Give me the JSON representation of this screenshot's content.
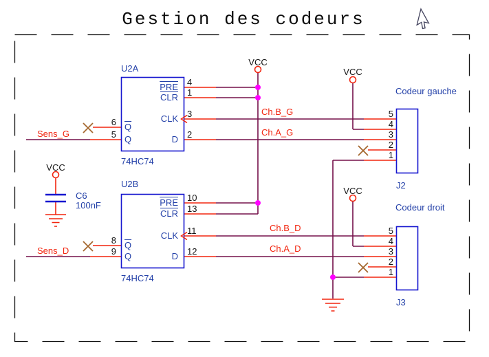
{
  "title": "Gestion des codeurs",
  "power_label": "VCC",
  "pin_names": {
    "pre": "PRE",
    "clr": "CLR",
    "clk": "CLK",
    "d": "D",
    "q": "Q"
  },
  "flipflops": {
    "u2a": {
      "ref": "U2A",
      "part": "74HC74",
      "pre_num": "4",
      "clr_num": "1",
      "clk_num": "3",
      "d_num": "2",
      "qbar_num": "6",
      "q_num": "5"
    },
    "u2b": {
      "ref": "U2B",
      "part": "74HC74",
      "pre_num": "10",
      "clr_num": "13",
      "clk_num": "11",
      "d_num": "12",
      "qbar_num": "8",
      "q_num": "9"
    }
  },
  "connectors": {
    "j2": {
      "ref": "J2",
      "title": "Codeur gauche",
      "pin5": "5",
      "pin4": "4",
      "pin3": "3",
      "pin2": "2",
      "pin1": "1"
    },
    "j3": {
      "ref": "J3",
      "title": "Codeur droit",
      "pin5": "5",
      "pin4": "4",
      "pin3": "3",
      "pin2": "2",
      "pin1": "1"
    }
  },
  "capacitor": {
    "ref": "C6",
    "value": "100nF"
  },
  "net_labels": {
    "sens_g": "Sens_G",
    "sens_d": "Sens_D",
    "ch_b_g": "Ch.B_G",
    "ch_a_g": "Ch.A_G",
    "ch_b_d": "Ch.B_D",
    "ch_a_d": "Ch.A_D"
  },
  "colors": {
    "component_outline": "#1515cf",
    "component_text": "#2340a8",
    "wire": "#75104a",
    "pin_stub": "#f2250f",
    "net_label": "#f2250f",
    "junction_dot": "#ff00ff",
    "no_connect": "#a5682f",
    "power_symbol": "#f2250f",
    "plain_text": "#141414"
  }
}
